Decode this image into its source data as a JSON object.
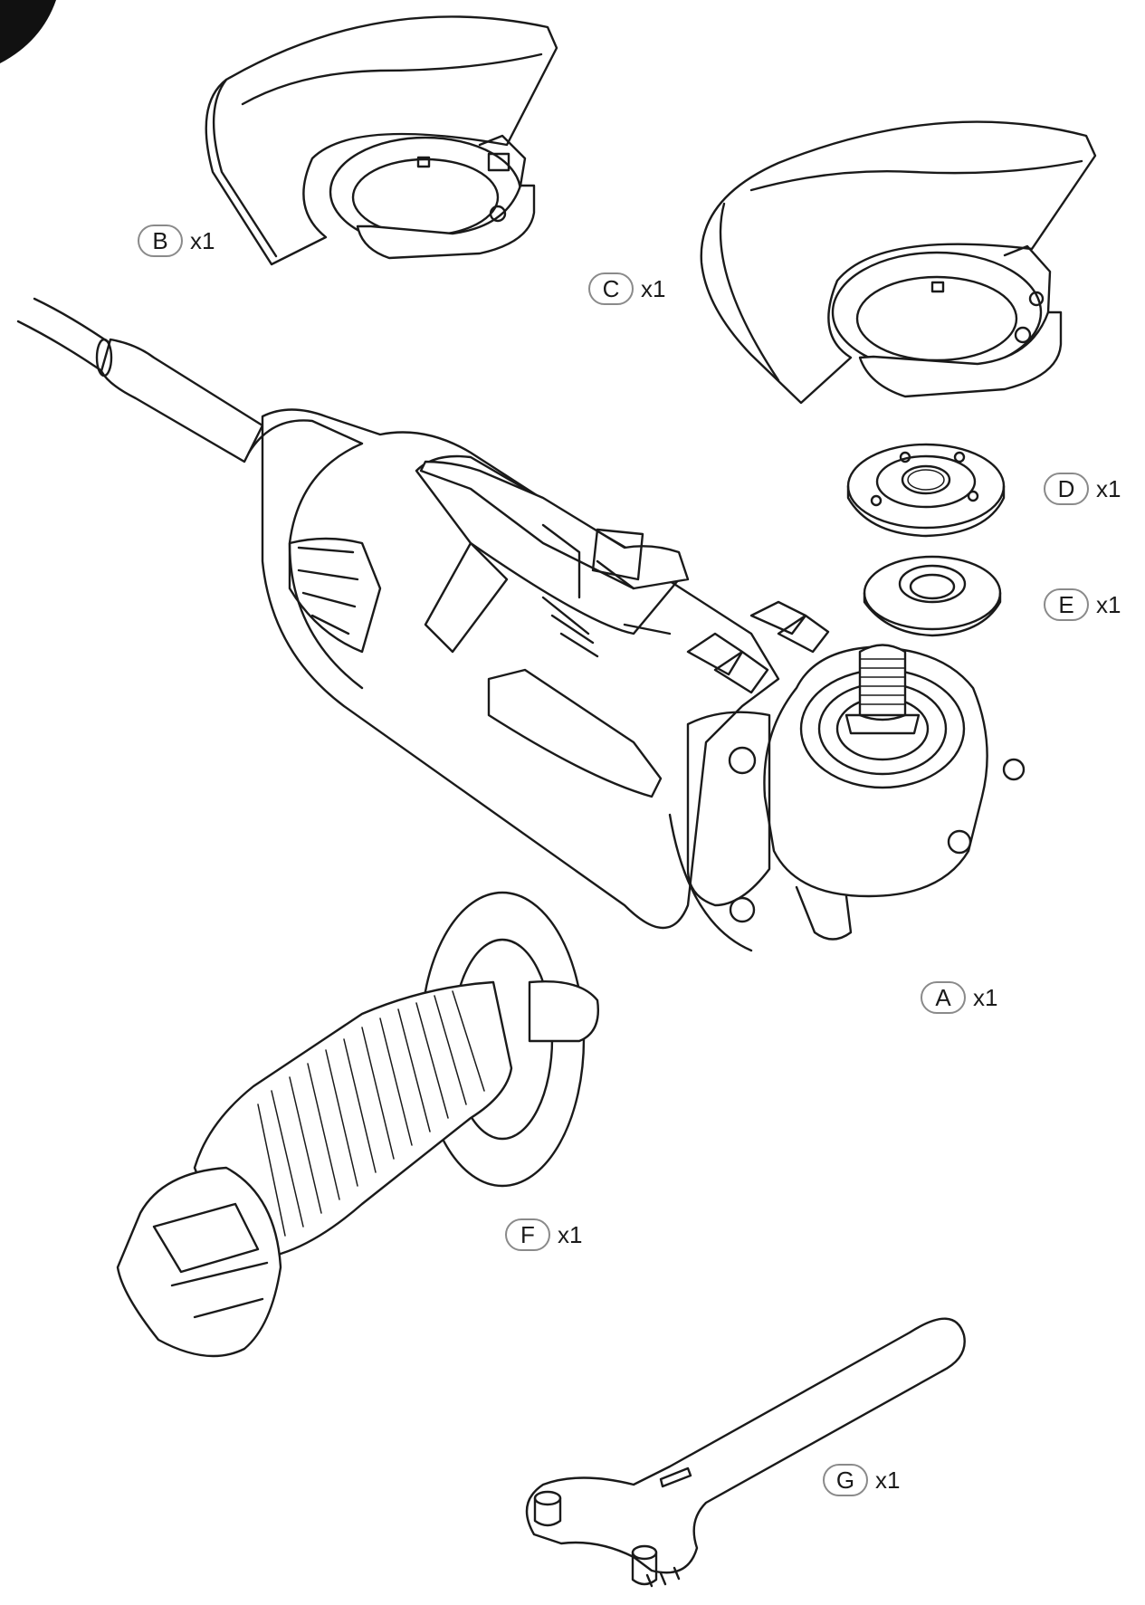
{
  "callouts": {
    "a": {
      "letter": "A",
      "qty": "x1"
    },
    "b": {
      "letter": "B",
      "qty": "x1"
    },
    "c": {
      "letter": "C",
      "qty": "x1"
    },
    "d": {
      "letter": "D",
      "qty": "x1"
    },
    "e": {
      "letter": "E",
      "qty": "x1"
    },
    "f": {
      "letter": "F",
      "qty": "x1"
    },
    "g": {
      "letter": "G",
      "qty": "x1"
    }
  }
}
